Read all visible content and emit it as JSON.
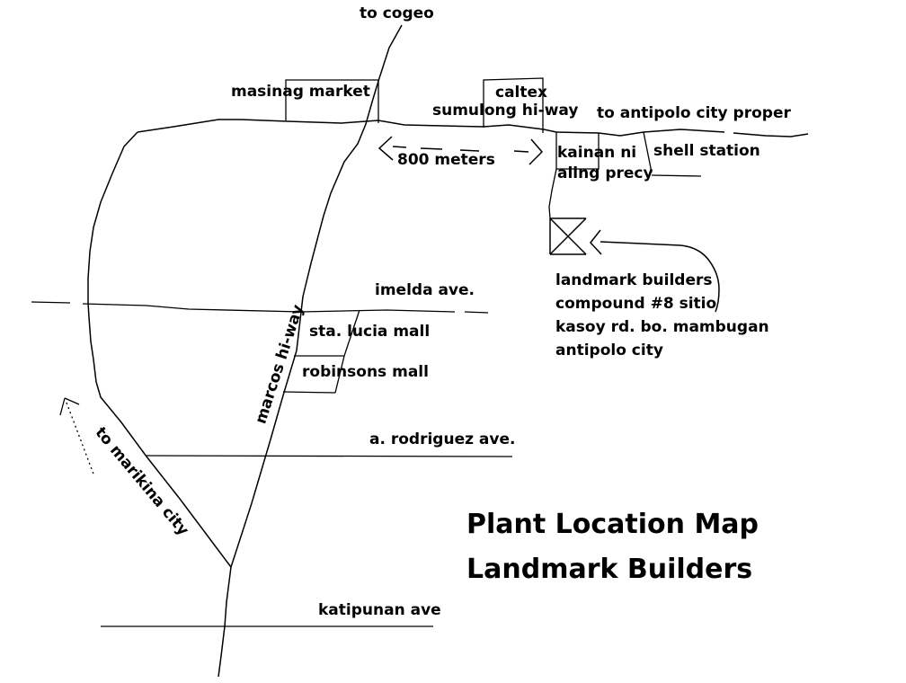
{
  "map": {
    "title": {
      "line1": "Plant Location Map",
      "line2": "Landmark Builders"
    },
    "labels": {
      "to_cogeo": "to cogeo",
      "masinag_market": "masinag market",
      "caltex": "caltex",
      "sumulong_hiway": "sumulong hi-way",
      "to_antipolo": "to antipolo city proper",
      "distance": "800 meters",
      "kainan_line1": "kainan ni",
      "kainan_line2": "aling precy",
      "shell_station": "shell station",
      "landmark_line1": "landmark builders",
      "landmark_line2": "compound #8 sitio",
      "landmark_line3": "kasoy rd. bo. mambugan",
      "landmark_line4": "antipolo city",
      "imelda_ave": "imelda ave.",
      "sta_lucia_mall": "sta. lucia mall",
      "robinsons_mall": "robinsons mall",
      "marcos_hiway": "marcos hi-way",
      "a_rodriguez_ave": "a. rodriguez ave.",
      "to_marikina_city": "to marikina city",
      "katipunan_ave": "katipunan ave"
    },
    "colors": {
      "ink": "#000000",
      "background": "#ffffff"
    }
  }
}
